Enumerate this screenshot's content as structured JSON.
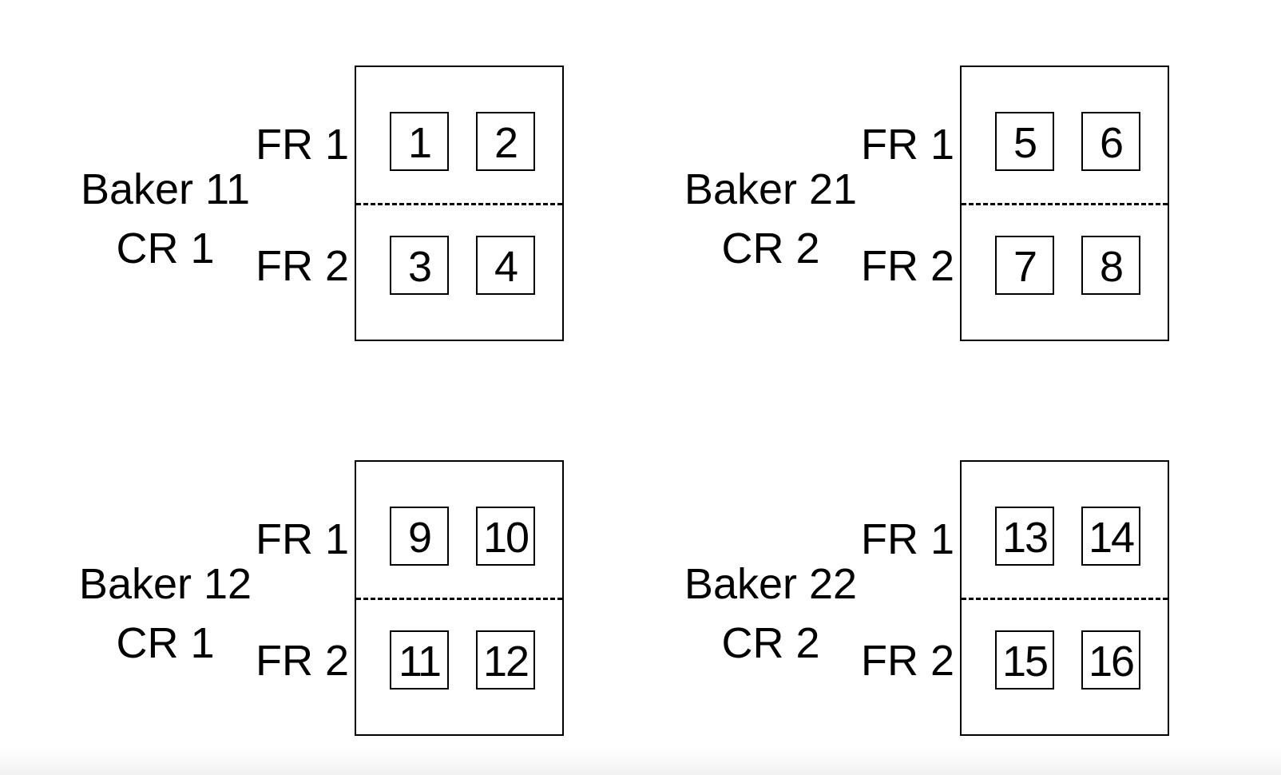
{
  "groups": [
    {
      "baker": "Baker 11",
      "cr": "CR 1",
      "fr1": "FR 1",
      "fr2": "FR 2",
      "cells": [
        "1",
        "2",
        "3",
        "4"
      ]
    },
    {
      "baker": "Baker 21",
      "cr": "CR 2",
      "fr1": "FR 1",
      "fr2": "FR 2",
      "cells": [
        "5",
        "6",
        "7",
        "8"
      ]
    },
    {
      "baker": "Baker 12",
      "cr": "CR 1",
      "fr1": "FR 1",
      "fr2": "FR 2",
      "cells": [
        "9",
        "10",
        "11",
        "12"
      ]
    },
    {
      "baker": "Baker 22",
      "cr": "CR 2",
      "fr1": "FR 1",
      "fr2": "FR 2",
      "cells": [
        "13",
        "14",
        "15",
        "16"
      ]
    }
  ]
}
